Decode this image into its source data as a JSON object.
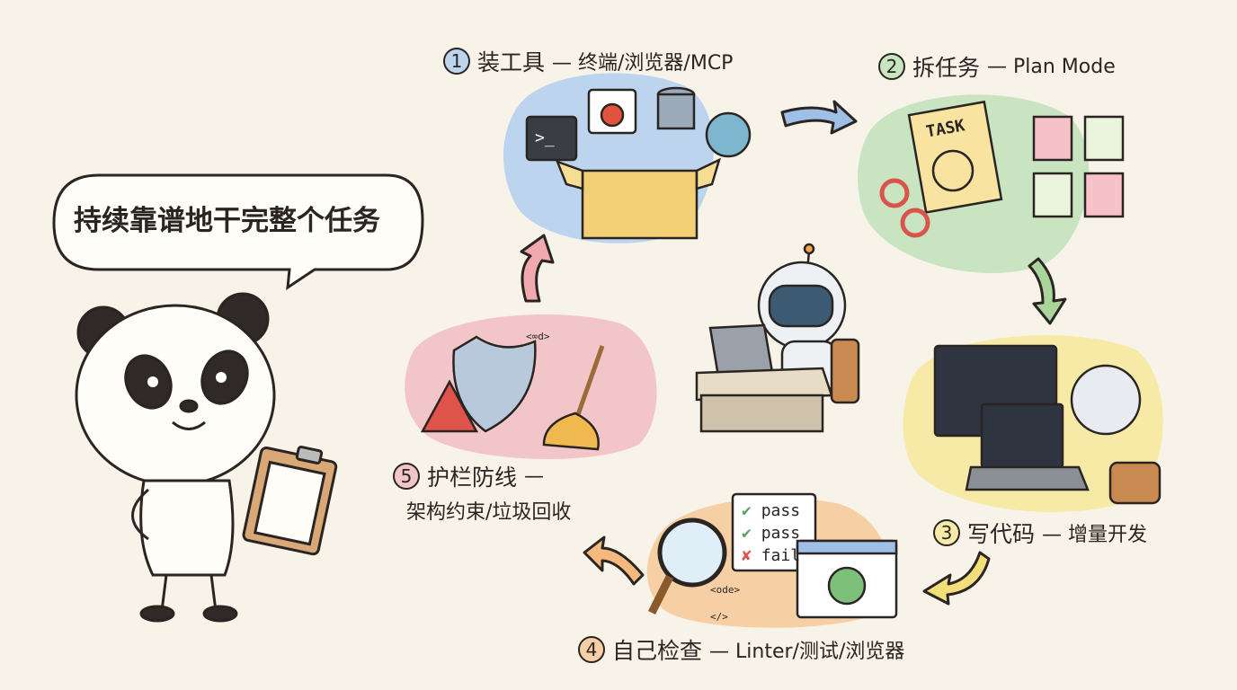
{
  "speech_bubble": {
    "text": "持续靠谱地干完整个任务"
  },
  "steps": [
    {
      "num": "1",
      "title": "装工具",
      "detail": "— 终端/浏览器/MCP",
      "color": "#bcd4ee"
    },
    {
      "num": "2",
      "title": "拆任务",
      "detail": "— Plan Mode",
      "color": "#c9e4c0"
    },
    {
      "num": "3",
      "title": "写代码",
      "detail": "— 增量开发",
      "color": "#f6eaa6"
    },
    {
      "num": "4",
      "title": "自己检查",
      "detail": "— Linter/测试/浏览器",
      "color": "#f6cfa5"
    },
    {
      "num": "5",
      "title": "护栏防线",
      "detail": "—",
      "detail2": "架构约束/垃圾回收",
      "color": "#f2c6c8"
    }
  ],
  "illustration_text": {
    "task_paper": "TASK",
    "check_results": [
      "pass",
      "pass",
      "fail"
    ],
    "code_tag": "<ode>",
    "code_close": "</>",
    "code_tag_pink": "<∞d>",
    "terminal_prompt": ">_"
  }
}
